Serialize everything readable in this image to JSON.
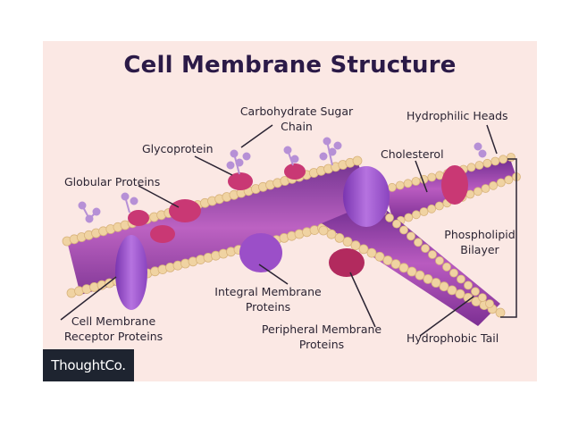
{
  "title": "Cell Membrane Structure",
  "labels": {
    "carbohydrate_line1": "Carbohydrate Sugar",
    "carbohydrate_line2": "Chain",
    "hydrophilic": "Hydrophilic Heads",
    "glycoprotein": "Glycoprotein",
    "cholesterol": "Cholesterol",
    "globular": "Globular Proteins",
    "phospholipid_line1": "Phospholipid",
    "phospholipid_line2": "Bilayer",
    "integral_line1": "Integral Membrane",
    "integral_line2": "Proteins",
    "cell_receptor_line1": "Cell Membrane",
    "cell_receptor_line2": "Receptor Proteins",
    "peripheral_line1": "Peripheral Membrane",
    "peripheral_line2": "Proteins",
    "hydrophobic": "Hydrophobic Tail"
  },
  "logo": "ThoughtCo.",
  "colors": {
    "background": "#fbe8e4",
    "title": "#2b1a47",
    "head": "#f0d3a2",
    "tail": "#8a3d9e",
    "protein": "#9b4fc8",
    "peripheral": "#b22a5e",
    "carbohydrate": "#b690d6"
  }
}
